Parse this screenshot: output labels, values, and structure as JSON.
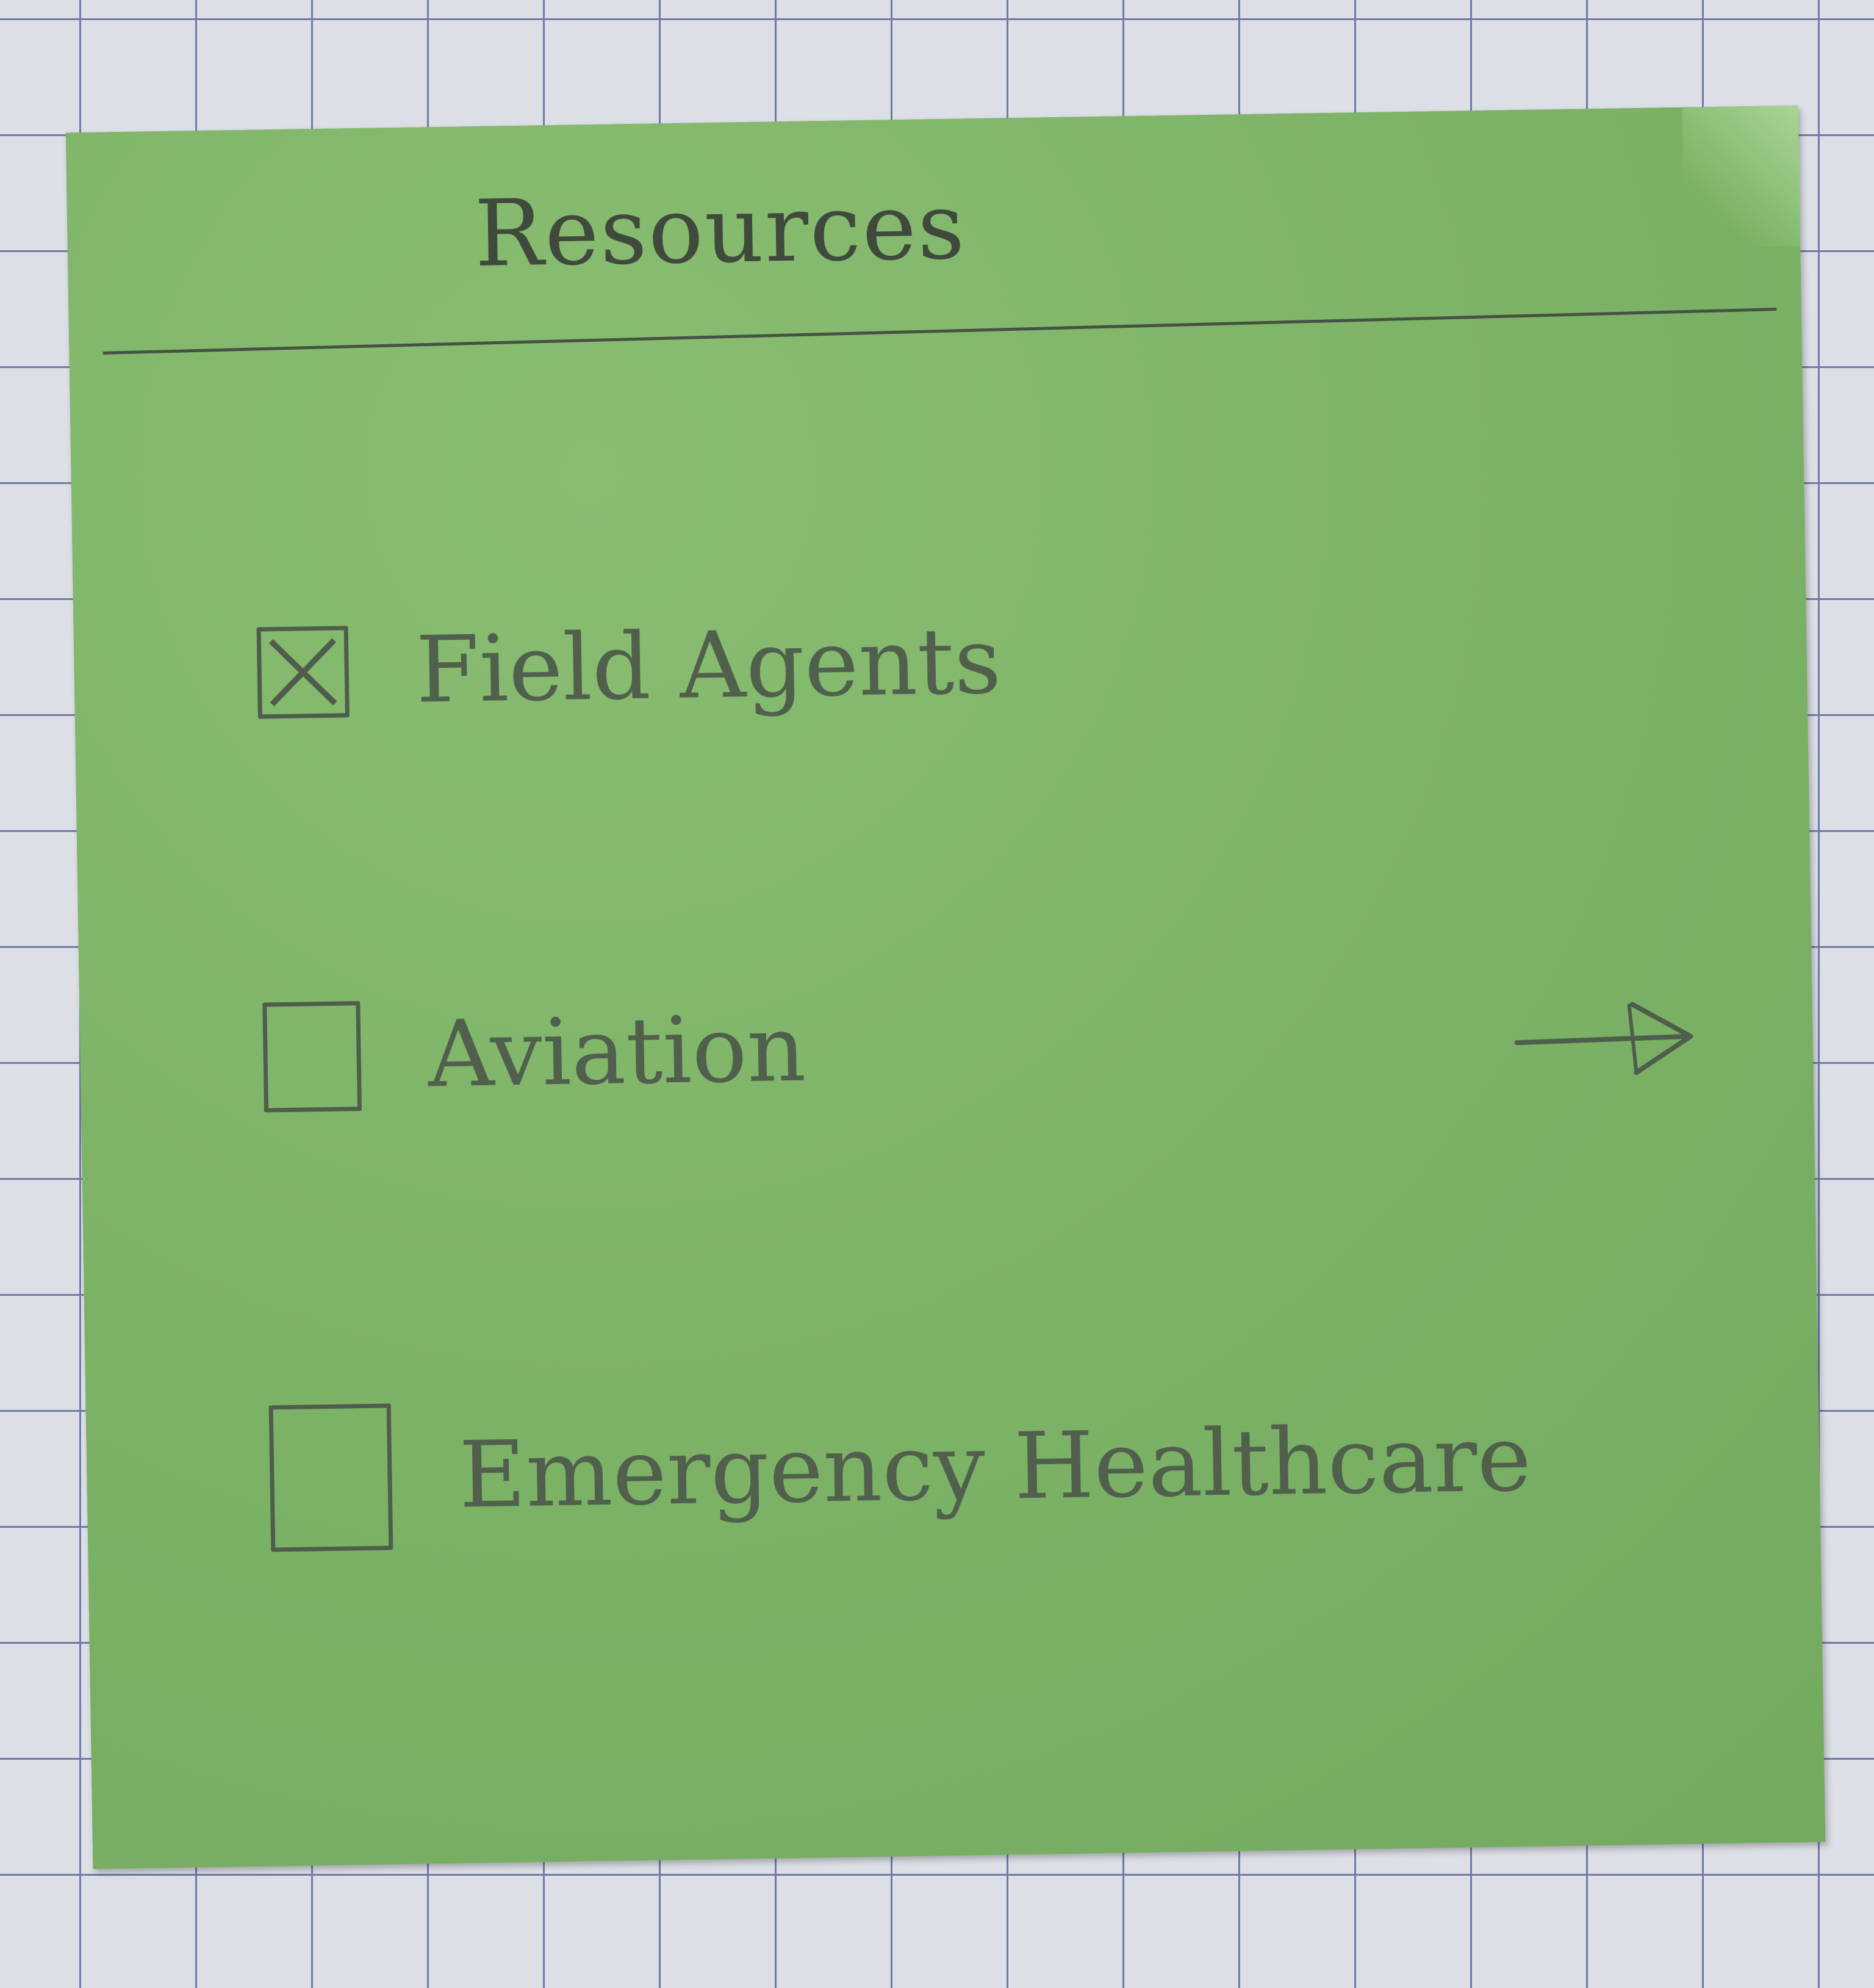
{
  "panel": {
    "title": "Resources"
  },
  "options": [
    {
      "label": "Field Agents",
      "checked": true
    },
    {
      "label": "Aviation",
      "checked": false
    },
    {
      "label": "Emergency Healthcare",
      "checked": false
    }
  ],
  "colors": {
    "note": "#7fb56a",
    "ink": "#4f5d4c",
    "grid_paper": "#dcdfe6",
    "grid_line": "#6f7aa8"
  },
  "icons": {
    "next": "arrow-right-icon",
    "checked": "checkbox-checked-icon"
  }
}
